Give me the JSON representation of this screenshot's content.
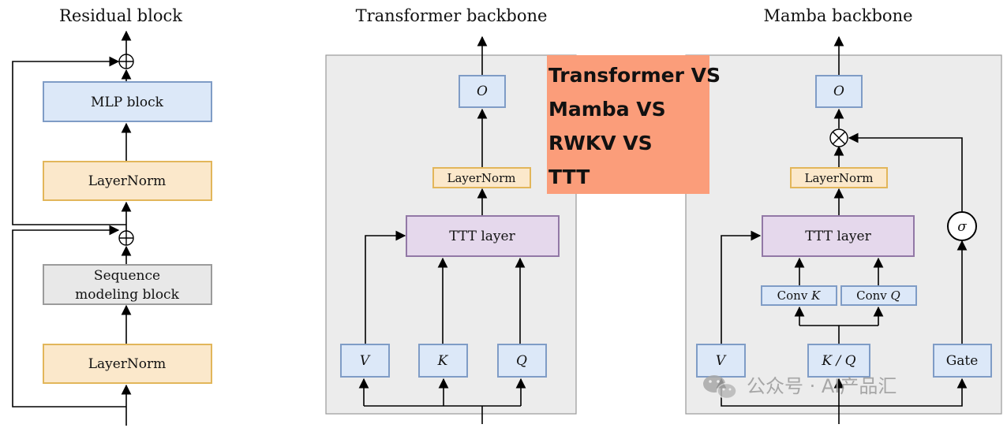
{
  "panels": {
    "residual": {
      "title": "Residual block",
      "mlp": "MLP block",
      "layernorm_top": "LayerNorm",
      "seq_line1": "Sequence",
      "seq_line2": "modeling block",
      "layernorm_bottom": "LayerNorm",
      "plus": "⊕"
    },
    "transformer": {
      "title": "Transformer backbone",
      "o": "O",
      "layernorm": "LayerNorm",
      "ttt": "TTT layer",
      "v": "V",
      "k": "K",
      "q": "Q"
    },
    "mamba": {
      "title": "Mamba backbone",
      "o": "O",
      "otimes": "⊗",
      "layernorm": "LayerNorm",
      "ttt": "TTT layer",
      "conv_k_prefix": "Conv ",
      "conv_k_var": "K",
      "conv_q_prefix": "Conv ",
      "conv_q_var": "Q",
      "v": "V",
      "kq": "K / Q",
      "gate": "Gate",
      "sigma": "σ"
    }
  },
  "banner": {
    "line1": "Transformer VS",
    "line2": "Mamba VS",
    "line3": "RWKV VS",
    "line4": "TTT",
    "color": "#fb9d7a"
  },
  "watermark": {
    "text": "公众号 · AI产品汇"
  },
  "colors": {
    "blue_fill": "#dce8f8",
    "blue_stroke": "#7f9cc6",
    "orange_fill": "#fbe8cb",
    "orange_stroke": "#e2b65a",
    "purple_fill": "#e5d8ec",
    "purple_stroke": "#9278a6",
    "gray_fill": "#e8e8e8",
    "gray_stroke": "#9b9b9b",
    "panel_fill": "#ececec",
    "panel_stroke": "#999999"
  }
}
